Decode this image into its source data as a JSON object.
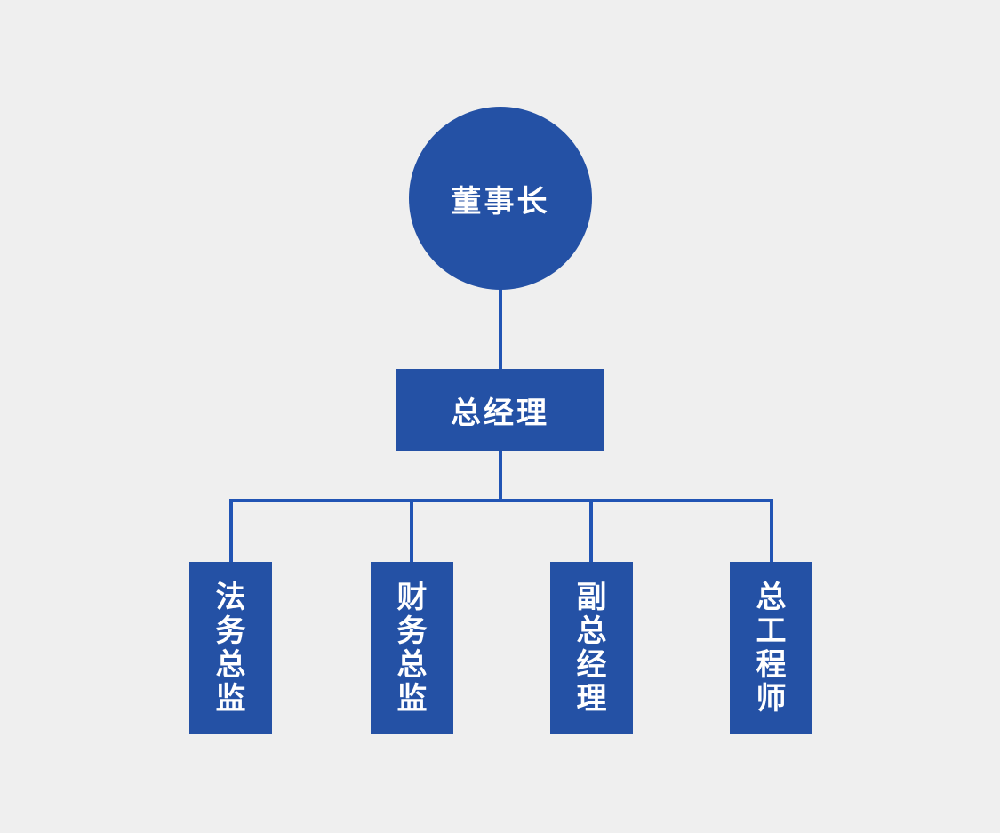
{
  "colors": {
    "background": "#efefef",
    "node_fill": "#2451a5",
    "connector": "#2154b4",
    "node_text": "#ffffff"
  },
  "org_chart": {
    "type": "org-tree",
    "root": {
      "label": "董事长",
      "shape": "circle"
    },
    "level2": {
      "label": "总经理",
      "shape": "rectangle"
    },
    "level3": [
      {
        "label": "法务总监",
        "shape": "vertical-rectangle"
      },
      {
        "label": "财务总监",
        "shape": "vertical-rectangle"
      },
      {
        "label": "副总经理",
        "shape": "vertical-rectangle"
      },
      {
        "label": "总工程师",
        "shape": "vertical-rectangle"
      }
    ]
  }
}
